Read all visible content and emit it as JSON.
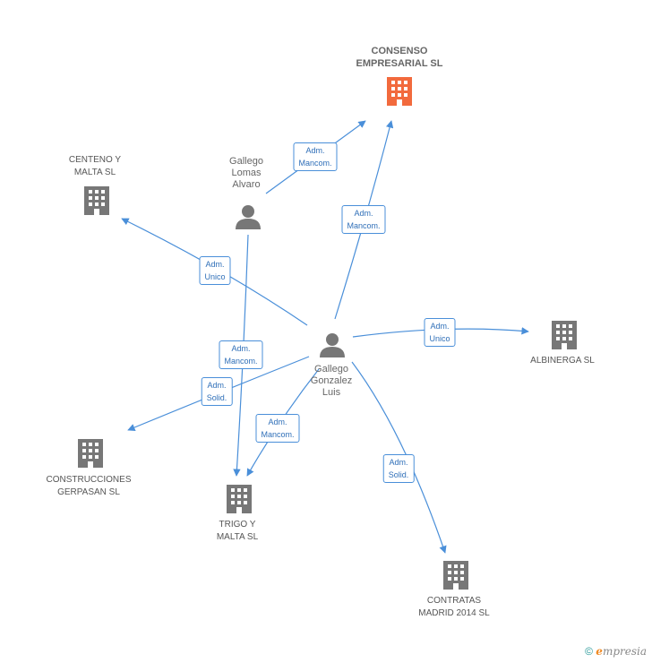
{
  "colors": {
    "edge": "#4a8fd9",
    "building": "#777777",
    "building_main": "#f26a3d",
    "person": "#777777"
  },
  "nodes": {
    "consenso": {
      "line1": "CONSENSO",
      "line2": "EMPRESARIAL SL",
      "icon": "building-icon"
    },
    "centeno": {
      "line1": "CENTENO Y",
      "line2": "MALTA SL",
      "icon": "building-icon"
    },
    "albinerga": {
      "line1": "ALBINERGA  SL",
      "icon": "building-icon"
    },
    "construcciones": {
      "line1": "CONSTRUCCIONES",
      "line2": "GERPASAN SL",
      "icon": "building-icon"
    },
    "trigo": {
      "line1": "TRIGO Y",
      "line2": "MALTA SL",
      "icon": "building-icon"
    },
    "contratas": {
      "line1": "CONTRATAS",
      "line2": "MADRID 2014  SL",
      "icon": "building-icon"
    },
    "gallego_lomas": {
      "line1": "Gallego",
      "line2": "Lomas",
      "line3": "Alvaro",
      "icon": "person-icon"
    },
    "gallego_gonzalez": {
      "line1": "Gallego",
      "line2": "Gonzalez",
      "line3": "Luis",
      "icon": "person-icon"
    }
  },
  "edges": {
    "lomas_consenso": {
      "line1": "Adm.",
      "line2": "Mancom."
    },
    "gonzalez_consenso": {
      "line1": "Adm.",
      "line2": "Mancom."
    },
    "gonzalez_centeno": {
      "line1": "Adm.",
      "line2": "Unico"
    },
    "gonzalez_albinerga": {
      "line1": "Adm.",
      "line2": "Unico"
    },
    "lomas_trigo": {
      "line1": "Adm.",
      "line2": "Mancom."
    },
    "gonzalez_construcciones": {
      "line1": "Adm.",
      "line2": "Solid."
    },
    "gonzalez_trigo": {
      "line1": "Adm.",
      "line2": "Mancom."
    },
    "gonzalez_contratas": {
      "line1": "Adm.",
      "line2": "Solid."
    }
  },
  "footer": {
    "copyright_symbol": "©",
    "brand_initial": "e",
    "brand_rest": "mpresia"
  }
}
